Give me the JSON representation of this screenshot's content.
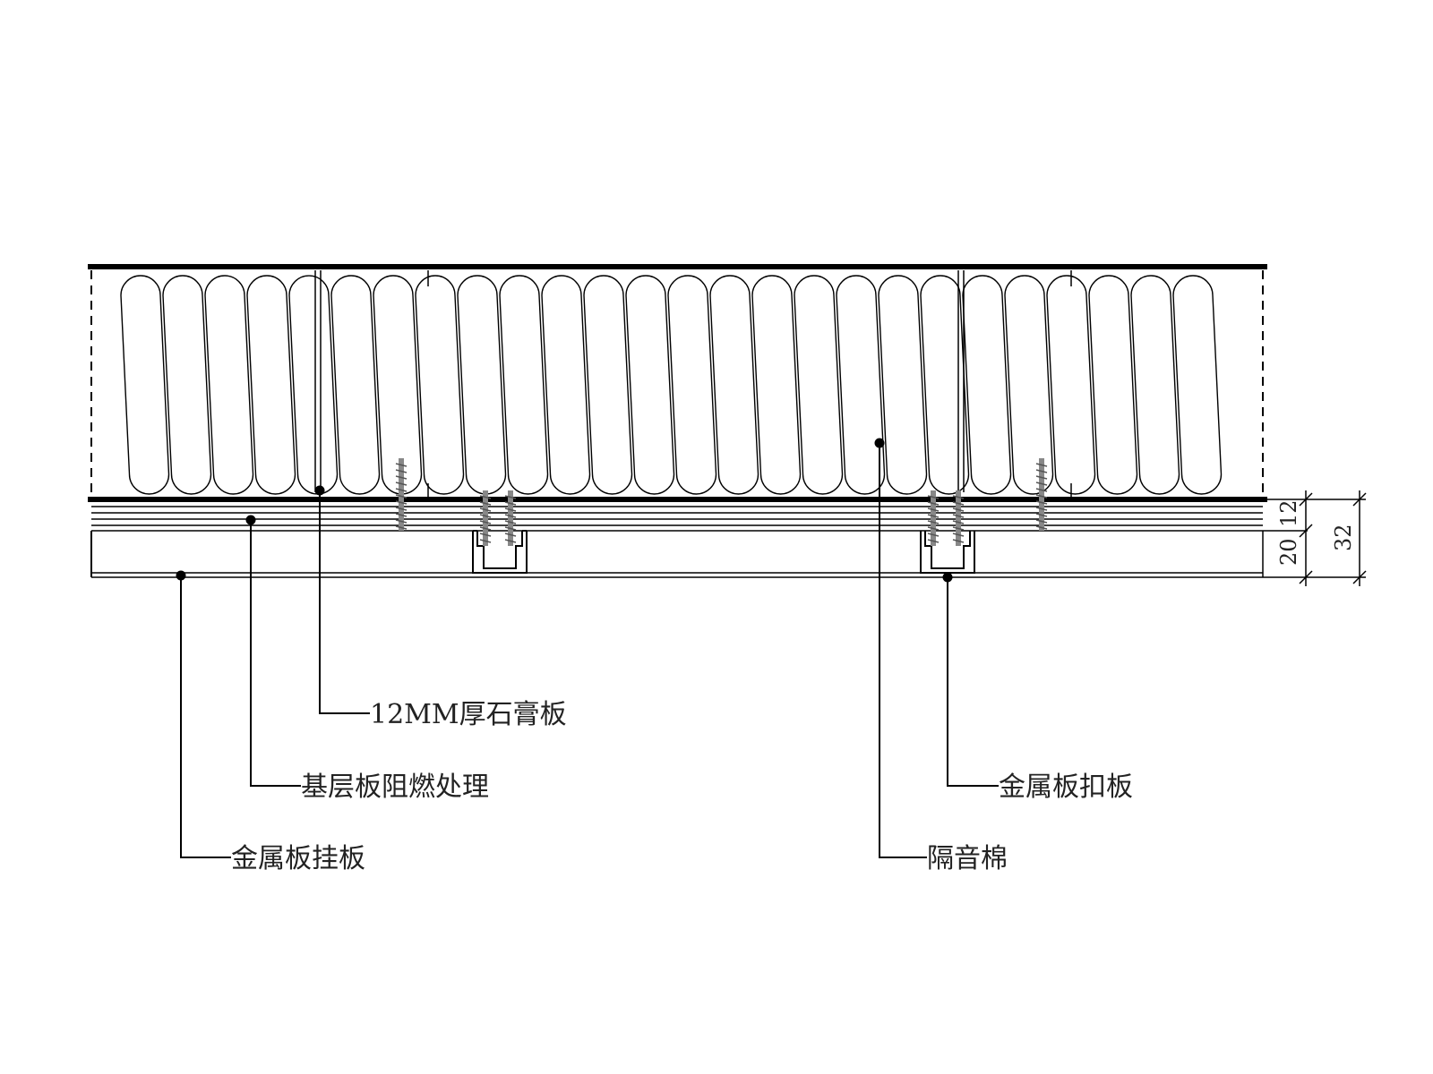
{
  "callouts": {
    "gypsum": "12MM厚石膏板",
    "base_board": "基层板阻燃处理",
    "hanging_panel": "金属板挂板",
    "sound_wool": "隔音棉",
    "clip_panel": "金属板扣板"
  },
  "dimensions": {
    "base_layer": "12",
    "panel_layer": "20",
    "total": "32"
  },
  "colors": {
    "line": "#000000",
    "text": "#222222",
    "screw": "#888888"
  }
}
